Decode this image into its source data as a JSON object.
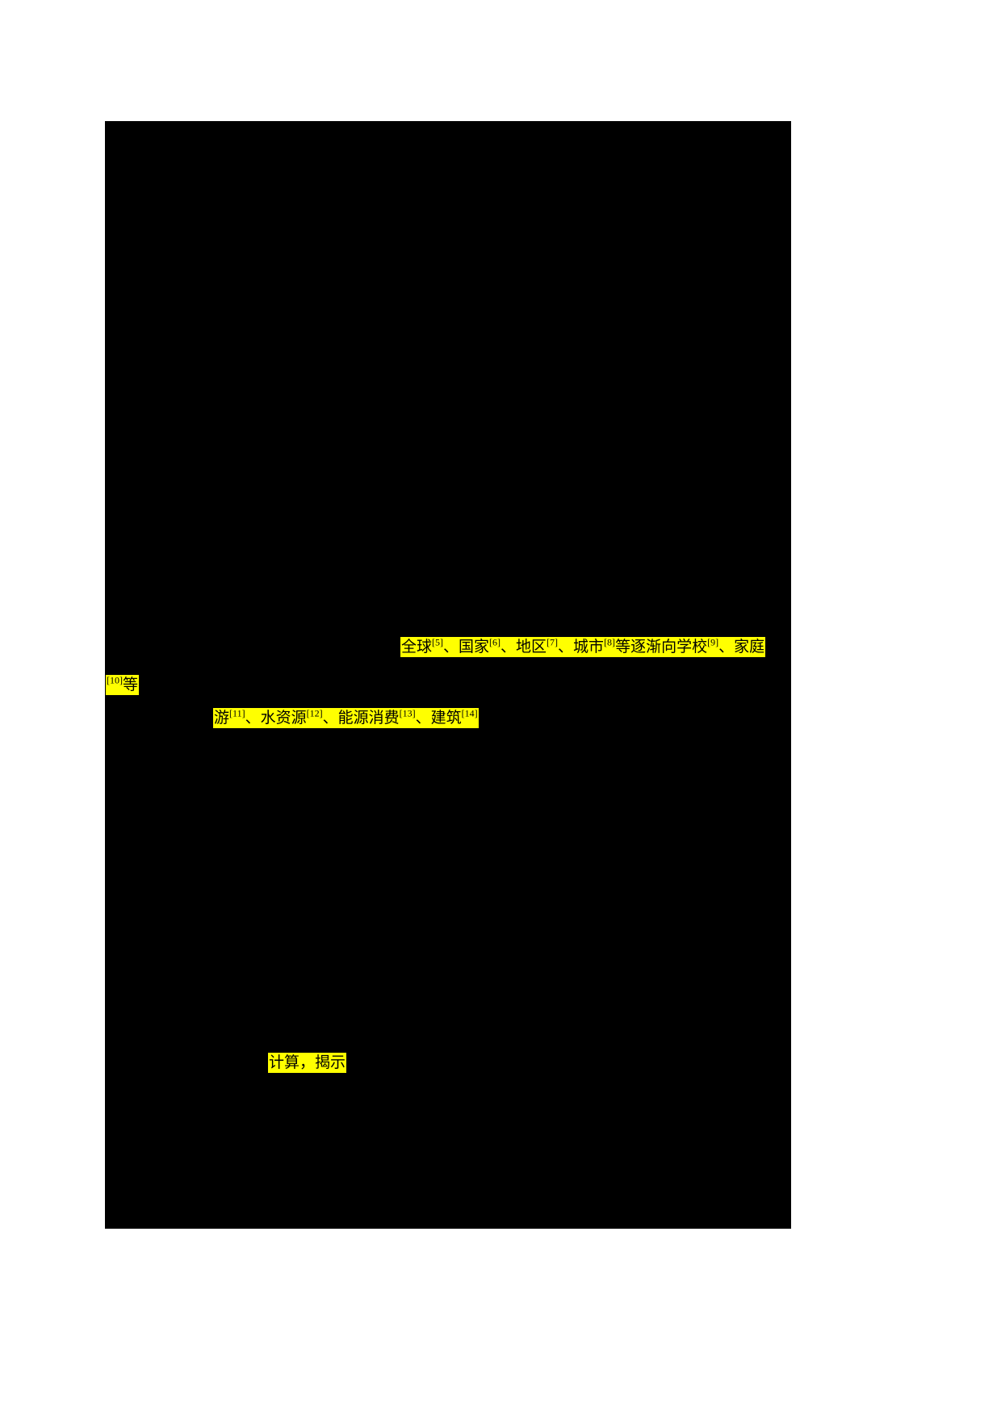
{
  "page": {
    "background_color": "#ffffff",
    "redaction_color": "#000000",
    "highlight_color": "#ffff00",
    "text_color": "#000000"
  },
  "highlights": [
    {
      "name": "line-1",
      "segments": [
        {
          "text": "全球"
        },
        {
          "sup": "[5]"
        },
        {
          "text": "、国家"
        },
        {
          "sup": "[6]"
        },
        {
          "text": "、地区"
        },
        {
          "sup": "[7]"
        },
        {
          "text": "、城市"
        },
        {
          "sup": "[8]"
        },
        {
          "text": "等逐渐向学校"
        },
        {
          "sup": "[9]"
        },
        {
          "text": "、家庭"
        }
      ]
    },
    {
      "name": "line-2",
      "segments": [
        {
          "sup": "[10]"
        },
        {
          "text": "等"
        }
      ]
    },
    {
      "name": "line-3",
      "segments": [
        {
          "text": "游"
        },
        {
          "sup": "[11]"
        },
        {
          "text": "、水资源"
        },
        {
          "sup": "[12]"
        },
        {
          "text": "、能源消费"
        },
        {
          "sup": "[13]"
        },
        {
          "text": "、建筑"
        },
        {
          "sup": "[14]"
        }
      ]
    },
    {
      "name": "line-4",
      "segments": [
        {
          "text": "计算，揭示"
        }
      ]
    }
  ]
}
